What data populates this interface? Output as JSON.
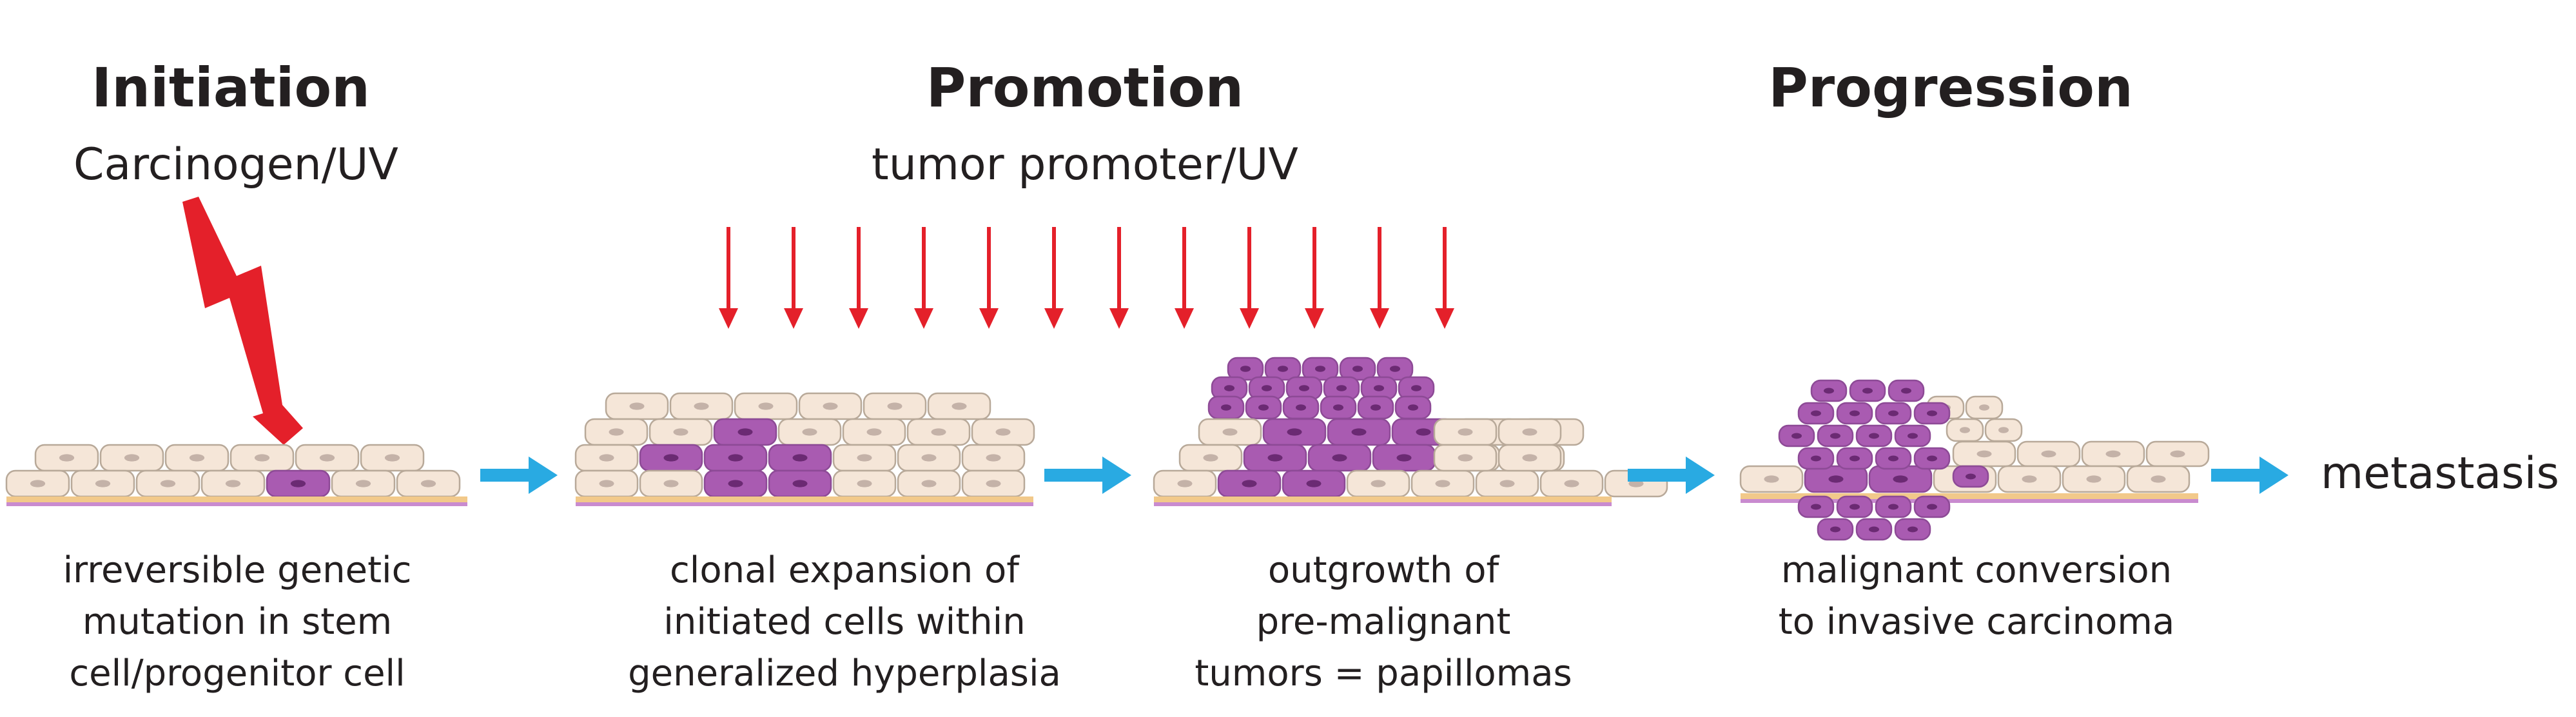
{
  "stages": [
    {
      "title": "Initiation",
      "agent": "Carcinogen/UV",
      "caption": [
        "irreversible genetic",
        "mutation in stem",
        "cell/progenitor cell"
      ]
    },
    {
      "title": "Promotion",
      "agent": "tumor promoter/UV",
      "caption": [
        "clonal expansion of",
        "initiated cells within",
        "generalized hyperplasia"
      ]
    },
    {
      "title": "",
      "agent": "",
      "caption": [
        "outgrowth of",
        "pre-malignant",
        "tumors = papillomas"
      ]
    },
    {
      "title": "Progression",
      "agent": "",
      "caption": [
        "malignant conversion",
        "to invasive carcinoma"
      ]
    }
  ],
  "end_label": "metastasis",
  "colors": {
    "normal_cell": "#f5e6d8",
    "cell_border": "#b8a999",
    "nucleus": "#c4b2a8",
    "mutant_cell": "#a95bb1",
    "mutant_nucleus": "#6b2a73",
    "basement_orange": "#f2c98a",
    "basement_purple": "#c98bcf",
    "lightning": "#e4202a",
    "promoter_arrow": "#e4202a",
    "flow_arrow": "#29aae2",
    "text": "#231f20"
  }
}
